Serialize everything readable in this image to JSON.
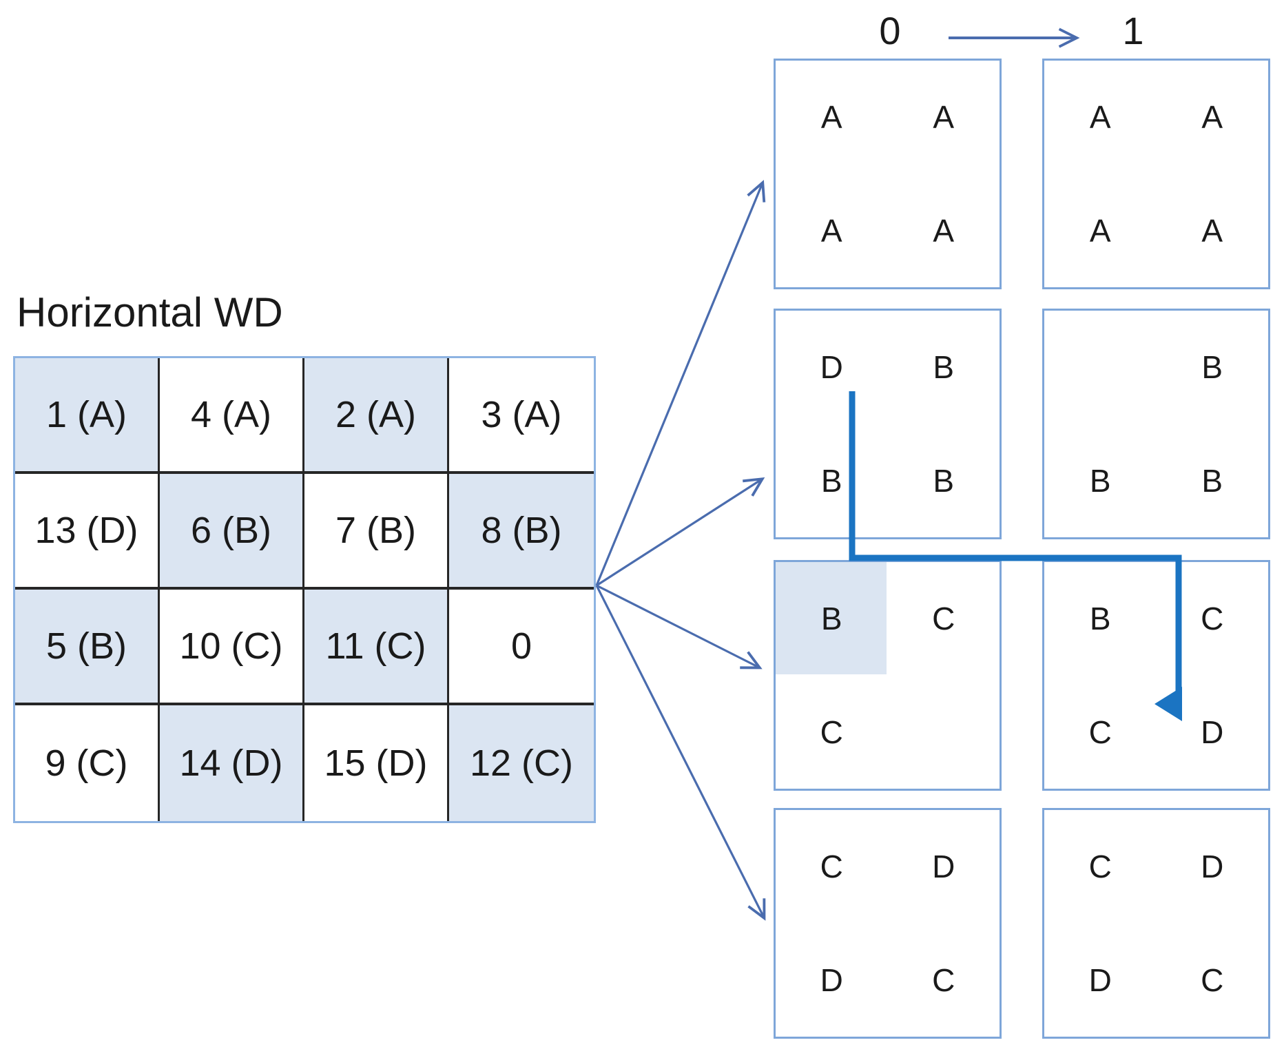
{
  "title": "Horizontal WD",
  "colors": {
    "cell_fill": "#dbe5f2",
    "box_border": "#7ea6d9",
    "grid_outer_border": "#8db3e2",
    "grid_inner_line": "#262626",
    "thin_arrow": "#4a6cae",
    "thick_arrow": "#1b74c2",
    "text": "#1a1a1a"
  },
  "step_labels": {
    "zero": "0",
    "one": "1"
  },
  "grid": {
    "rows": 4,
    "cols": 4,
    "cells": [
      {
        "label": "1 (A)",
        "shaded": true
      },
      {
        "label": "4 (A)",
        "shaded": false
      },
      {
        "label": "2 (A)",
        "shaded": true
      },
      {
        "label": "3 (A)",
        "shaded": false
      },
      {
        "label": "13 (D)",
        "shaded": false
      },
      {
        "label": "6 (B)",
        "shaded": true
      },
      {
        "label": "7 (B)",
        "shaded": false
      },
      {
        "label": "8 (B)",
        "shaded": true
      },
      {
        "label": "5 (B)",
        "shaded": true
      },
      {
        "label": "10 (C)",
        "shaded": false
      },
      {
        "label": "11 (C)",
        "shaded": true
      },
      {
        "label": "0",
        "shaded": false
      },
      {
        "label": "9 (C)",
        "shaded": false
      },
      {
        "label": "14 (D)",
        "shaded": true
      },
      {
        "label": "15 (D)",
        "shaded": false
      },
      {
        "label": "12 (C)",
        "shaded": true
      }
    ]
  },
  "boxes": [
    {
      "id": "step0-row1",
      "letters": [
        "A",
        "A",
        "A",
        "A"
      ]
    },
    {
      "id": "step1-row1",
      "letters": [
        "A",
        "A",
        "A",
        "A"
      ]
    },
    {
      "id": "step0-row2",
      "letters": [
        "D",
        "B",
        "B",
        "B"
      ]
    },
    {
      "id": "step1-row2",
      "letters": [
        "",
        "B",
        "B",
        "B"
      ]
    },
    {
      "id": "step0-row3",
      "letters": [
        "B",
        "C",
        "C",
        ""
      ],
      "highlight_tl": true
    },
    {
      "id": "step1-row3",
      "letters": [
        "B",
        "C",
        "C",
        "D"
      ]
    },
    {
      "id": "step0-row4",
      "letters": [
        "C",
        "D",
        "D",
        "C"
      ]
    },
    {
      "id": "step1-row4",
      "letters": [
        "C",
        "D",
        "D",
        "C"
      ]
    }
  ]
}
